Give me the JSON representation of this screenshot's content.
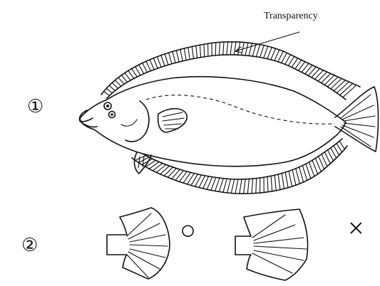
{
  "labels": {
    "transparency": "Transparency",
    "item1": "①",
    "item2": "②",
    "correct_mark": "○",
    "wrong_mark": "×"
  },
  "colors": {
    "ink": "#111111",
    "background": "#ffffff"
  }
}
